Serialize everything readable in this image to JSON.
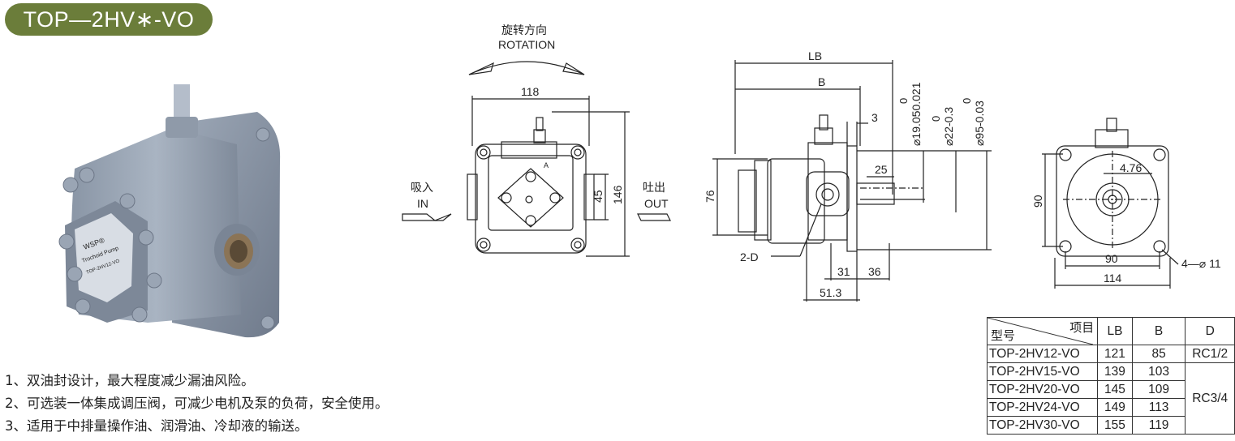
{
  "title": "TOP—2HV∗-VO",
  "features": [
    "1、双油封设计，最大程度减少漏油风险。",
    "2、可选装一体集成调压阀，可减少电机及泵的负荷，安全使用。",
    "3、适用于中排量操作油、润滑油、冷却液的输送。"
  ],
  "photo": {
    "nameplate_lines": [
      "WSP®",
      "Trochoid Pump",
      "TOP-2HV12-VO"
    ]
  },
  "drawing_front": {
    "rotation_cn": "旋转方向",
    "rotation_en": "ROTATION",
    "in_cn": "吸入",
    "in_en": "IN",
    "out_cn": "吐出",
    "out_en": "OUT",
    "dim_width": "118",
    "dim_height": "146",
    "dim_45": "45",
    "mark_a": "A"
  },
  "drawing_side": {
    "lb": "LB",
    "b": "B",
    "d_shaft_tol_top": "0",
    "d_shaft": "⌀19.050.021",
    "d_22_tol_top": "0",
    "d_22": "⌀22-0.3",
    "d_95_tol_top": "0",
    "d_95": "⌀95-0.03",
    "dim_3": "3",
    "dim_25": "25",
    "dim_76": "76",
    "label_2d": "2-D",
    "dim_31": "31",
    "dim_36": "36",
    "dim_51_3": "51.3"
  },
  "drawing_end": {
    "dim_4_76": "4.76",
    "dim_90_v": "90",
    "dim_90_h": "90",
    "dim_114": "114",
    "holes": "4—⌀ 11"
  },
  "spec_table": {
    "header_top": "项目",
    "header_bottom": "型号",
    "columns": [
      "LB",
      "B",
      "D"
    ],
    "rows": [
      {
        "model": "TOP-2HV12-VO",
        "lb": "121",
        "b": "85",
        "d": "RC1/2"
      },
      {
        "model": "TOP-2HV15-VO",
        "lb": "139",
        "b": "103"
      },
      {
        "model": "TOP-2HV20-VO",
        "lb": "145",
        "b": "109"
      },
      {
        "model": "TOP-2HV24-VO",
        "lb": "149",
        "b": "113"
      },
      {
        "model": "TOP-2HV30-VO",
        "lb": "155",
        "b": "119"
      }
    ],
    "d_merged": "RC3/4"
  }
}
